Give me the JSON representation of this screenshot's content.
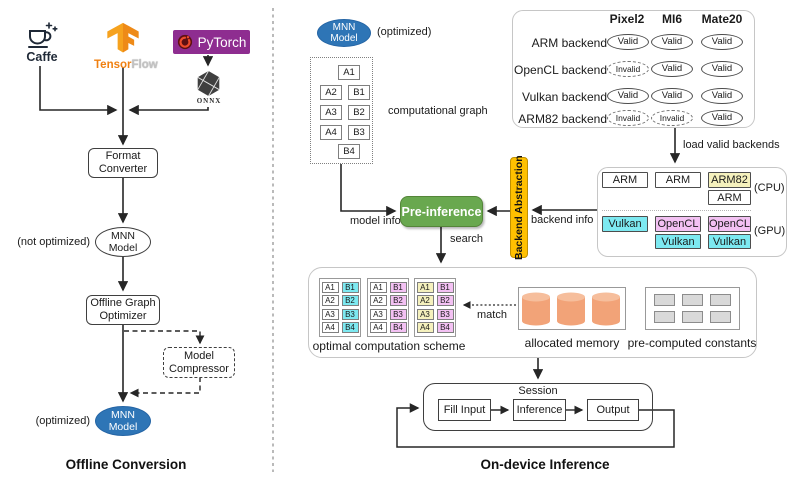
{
  "offline": {
    "caption": "Offline Conversion",
    "caffe": "Caffe",
    "tensorflow_part1": "Tensor",
    "tensorflow_part2": "Flow",
    "pytorch": "PyTorch",
    "onnx": "ONNX",
    "format_converter_line1": "Format",
    "format_converter_line2": "Converter",
    "not_optimized": "(not optimized)",
    "mnn_line1": "MNN",
    "mnn_line2": "Model",
    "graph_optimizer_line1": "Offline Graph",
    "graph_optimizer_line2": "Optimizer",
    "compressor_line1": "Model",
    "compressor_line2": "Compressor",
    "optimized": "(optimized)"
  },
  "ondevice": {
    "caption": "On-device Inference",
    "optimized": "(optimized)",
    "mnn_line1": "MNN",
    "mnn_line2": "Model",
    "graph_label": "computational graph",
    "graph_cells": {
      "a1": "A1",
      "a2": "A2",
      "a3": "A3",
      "a4": "A4",
      "b1": "B1",
      "b2": "B2",
      "b3": "B3",
      "b4": "B4"
    },
    "model_info": "model info",
    "pre_inference": "Pre-inference",
    "search": "search",
    "backend_abstraction": "Backend Abstraction",
    "backend_info": "backend info",
    "load_valid": "load valid backends",
    "table": {
      "columns": [
        "Pixel2",
        "MI6",
        "Mate20"
      ],
      "rows": [
        {
          "label": "ARM backend",
          "values": [
            {
              "text": "Valid",
              "dashed": false
            },
            {
              "text": "Valid",
              "dashed": false
            },
            {
              "text": "Valid",
              "dashed": false
            }
          ]
        },
        {
          "label": "OpenCL backend",
          "values": [
            {
              "text": "Invalid",
              "dashed": true
            },
            {
              "text": "Valid",
              "dashed": false
            },
            {
              "text": "Valid",
              "dashed": false
            }
          ]
        },
        {
          "label": "Vulkan backend",
          "values": [
            {
              "text": "Valid",
              "dashed": false
            },
            {
              "text": "Valid",
              "dashed": false
            },
            {
              "text": "Valid",
              "dashed": false
            }
          ]
        },
        {
          "label": "ARM82 backend",
          "values": [
            {
              "text": "Invalid",
              "dashed": true
            },
            {
              "text": "Invalid",
              "dashed": true
            },
            {
              "text": "Valid",
              "dashed": false
            }
          ]
        }
      ]
    },
    "backends": {
      "cpu_label": "(CPU)",
      "gpu_label": "(GPU)",
      "arm1": "ARM",
      "arm2": "ARM",
      "arm82": "ARM82",
      "arm3": "ARM",
      "vulkan1": "Vulkan",
      "opencl1": "OpenCL",
      "vulkan2": "Vulkan",
      "opencl2": "OpenCL",
      "vulkan3": "Vulkan"
    },
    "scheme_label": "optimal computation scheme",
    "match": "match",
    "memory_label": "allocated memory",
    "constants_label": "pre-computed constants",
    "session": {
      "title": "Session",
      "step1": "Fill Input",
      "step2": "Inference",
      "step3": "Output"
    }
  },
  "colors": {
    "mnn_blue": "#2E75B6",
    "pre_inference_green": "#69A84F",
    "backend_abstraction_yellow": "#FFC000",
    "cell_cyan": "#7DE9F1",
    "cell_pink": "#F3C1F3",
    "cell_yellow": "#F5F1BD",
    "memory_orange": "#F2A378",
    "constant_gray": "#D9D9D9",
    "pytorch_purple": "#8E2D90",
    "tensorflow_orange": "#F08011"
  }
}
